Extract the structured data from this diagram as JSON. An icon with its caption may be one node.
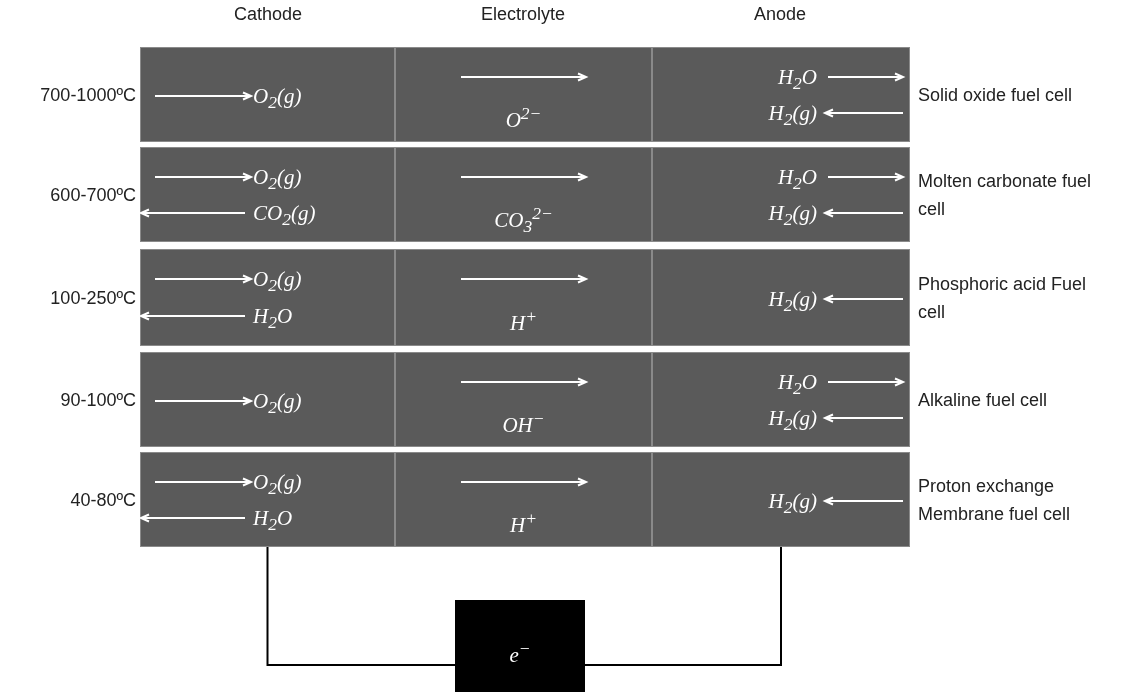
{
  "diagram": {
    "nodes": [
      {
        "text": [
          "O$_{2}$(g)"
        ]
      },
      {
        "text": [
          "O$^{2−}$"
        ]
      },
      {
        "text": [
          "H$_{2}$O",
          "H$_{2}$(g)"
        ]
      },
      {
        "text": [
          "O$_{2}$(g)",
          "CO$_{2}$(g)"
        ]
      },
      {
        "text": [
          "CO$_{3}$$^{2−}$"
        ]
      },
      {
        "text": [
          "H$_{2}$O",
          "H$_{2}$(g)"
        ]
      },
      {
        "text": [
          "O$_{2}$(g)",
          "H$_{2}$O"
        ]
      },
      {
        "text": [
          "H$^{+}$"
        ]
      },
      {
        "text": [
          "H$_{2}$(g)"
        ]
      },
      {
        "text": [
          "O$_{2}$(g)"
        ]
      },
      {
        "text": [
          "OH$^{−}$"
        ]
      },
      {
        "text": [
          "H$_{2}$O",
          "H$_{2}$(g)"
        ]
      },
      {
        "text": [
          "O$_{2}$(g)",
          "H$_{2}$O"
        ]
      },
      {
        "text": [
          "H$^{+}$"
        ]
      },
      {
        "text": [
          "H$_{2}$(g)"
        ]
      },
      {
        "text": [
          "e$^{−}$"
        ]
      }
    ],
    "edges": [
      {
        "from": 12,
        "to": 15,
        "arrow": "none"
      },
      {
        "from": 15,
        "to": 14,
        "arrow": "none"
      }
    ],
    "labels": [
      "Cathode",
      "Electrolyte",
      "Anode",
      "700-1000ºC",
      "Solid oxide fuel cell",
      "600-700ºC",
      "Molten carbonate fuel cell",
      "100-250ºC",
      "Phosphoric acid Fuel cell",
      "90-100ºC",
      "Alkaline fuel cell",
      "40-80ºC",
      "Proton exchange Membrane fuel cell"
    ]
  }
}
